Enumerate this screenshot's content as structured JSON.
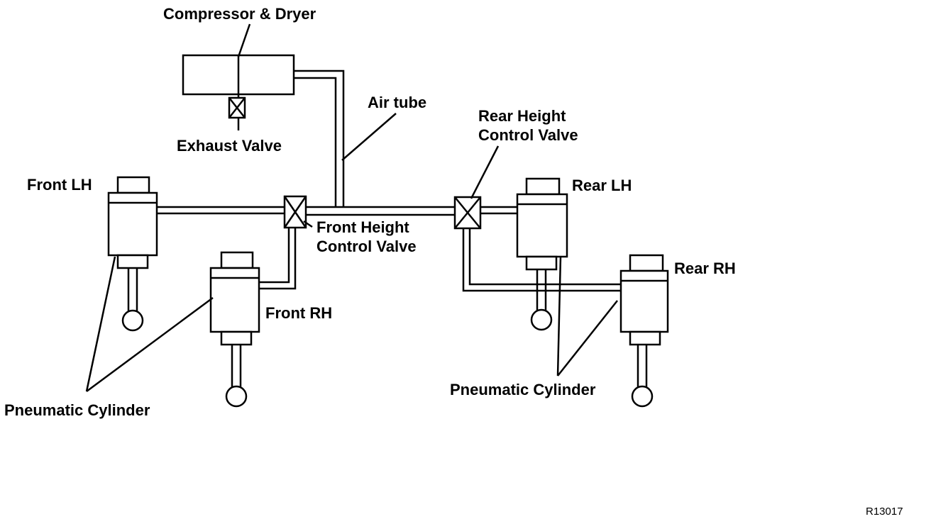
{
  "labels": {
    "compressor": "Compressor & Dryer",
    "exhaust_valve": "Exhaust Valve",
    "air_tube": "Air tube",
    "rear_hcv_line1": "Rear Height",
    "rear_hcv_line2": "Control Valve",
    "front_hcv_line1": "Front Height",
    "front_hcv_line2": "Control Valve",
    "front_lh": "Front LH",
    "front_rh": "Front RH",
    "rear_lh": "Rear LH",
    "rear_rh": "Rear RH",
    "pneumatic_cylinder_left": "Pneumatic Cylinder",
    "pneumatic_cylinder_right": "Pneumatic Cylinder",
    "figure_code": "R13017"
  }
}
